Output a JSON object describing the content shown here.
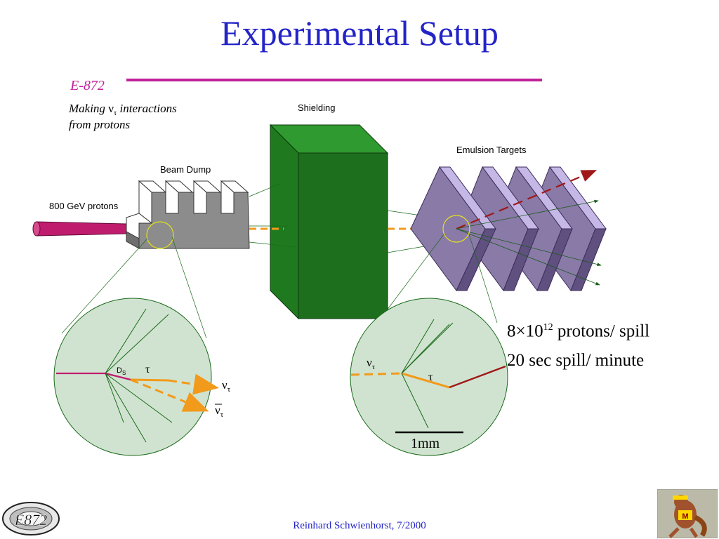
{
  "slide": {
    "title": "Experimental Setup",
    "footer": "Reinhard Schwienhorst, 7/2000"
  },
  "diagram": {
    "experiment_label": "E-872",
    "subtitle_part1": "Making ",
    "subtitle_nu": "ν",
    "subtitle_tau_sub": "τ",
    "subtitle_part2": " interactions",
    "subtitle_line2": "from protons",
    "labels": {
      "beam": "800 GeV protons",
      "beam_dump": "Beam Dump",
      "shielding": "Shielding",
      "emulsion": "Emulsion Targets"
    },
    "left_inset": {
      "ds": "D",
      "ds_sub": "S",
      "tau": "τ",
      "nu": "ν",
      "nu_sub": "τ",
      "nubar": "ν",
      "nubar_sub": "τ"
    },
    "right_inset": {
      "nu": "ν",
      "nu_sub": "τ",
      "tau": "τ",
      "scale": "1mm"
    },
    "colors": {
      "beam": "#c01c6e",
      "shield_front": "#1d6e1d",
      "shield_top": "#2f9a2f",
      "emulsion": "#8a7aa8",
      "tau_track": "#f29a1b",
      "inset_fill": "#d0e3d0",
      "title": "#2323c8"
    }
  },
  "specs": {
    "line1_a": "8×10",
    "line1_exp": "12",
    "line1_b": " protons/ spill",
    "line2": "20 sec spill/ minute"
  },
  "logos": {
    "left_text": "E872"
  }
}
